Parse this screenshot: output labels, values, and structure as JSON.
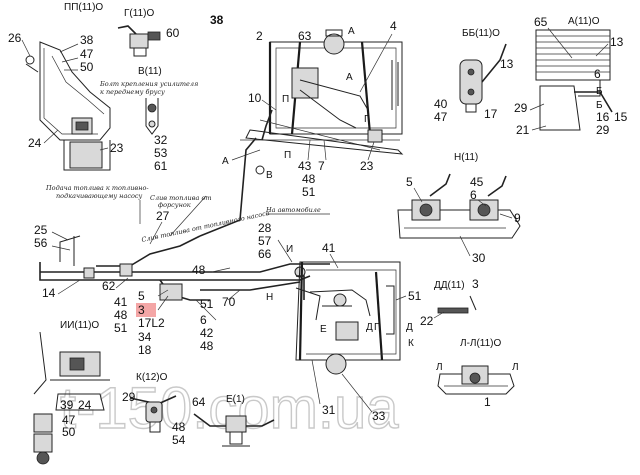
{
  "page_number": "38",
  "watermark": "t-150.com.ua",
  "highlight_color": "#f4a6a6",
  "views": {
    "pp": "ПП(11)О",
    "g": "Г(11)О",
    "bb": "ББ(11)О",
    "a": "А(11)О",
    "v": "В(11)",
    "n": "Н(11)",
    "dd": "ДД(11)",
    "ii": "ИИ(11)О",
    "k": "К(12)О",
    "e": "Е(1)",
    "ll": "Л-Л(11)О"
  },
  "letters": {
    "a_top": "А",
    "a_arrow": "А",
    "g_arrow": "Г",
    "b_arrow": "Б",
    "b_left": "Б",
    "a_left": "А",
    "v_arrow": "В",
    "p_arrow": "П",
    "p_lower": "П",
    "i_arrow": "И",
    "n_arrow": "Н",
    "e_lower": "Е",
    "d_lower": "Д",
    "g_lower": "Г",
    "d2": "Д",
    "k_lower": "К",
    "l1": "Л",
    "l2": "Л"
  },
  "notes": {
    "n1a": "Болт крепления усилителя",
    "n1b": "к переднему брусу",
    "n2a": "Подача топлива к топливно-",
    "n2b": "подкачивающему насосу",
    "n3a": "Слив топлива от",
    "n3b": "форсунок",
    "n4": "Слив топлива от топливного насоса",
    "n5": "На автомобиле"
  },
  "callouts": [
    {
      "id": "c26",
      "text": "26",
      "highlight": false
    },
    {
      "id": "c38a",
      "text": "38",
      "highlight": false
    },
    {
      "id": "c47a",
      "text": "47",
      "highlight": false
    },
    {
      "id": "c50a",
      "text": "50",
      "highlight": false
    },
    {
      "id": "c24a",
      "text": "24",
      "highlight": false
    },
    {
      "id": "c23a",
      "text": "23",
      "highlight": false
    },
    {
      "id": "c60",
      "text": "60",
      "highlight": false
    },
    {
      "id": "c32",
      "text": "32",
      "highlight": false
    },
    {
      "id": "c53",
      "text": "53",
      "highlight": false
    },
    {
      "id": "c61",
      "text": "61",
      "highlight": false
    },
    {
      "id": "c2",
      "text": "2",
      "highlight": false
    },
    {
      "id": "c63",
      "text": "63",
      "highlight": false
    },
    {
      "id": "c4",
      "text": "4",
      "highlight": false
    },
    {
      "id": "c10",
      "text": "10",
      "highlight": false
    },
    {
      "id": "c43",
      "text": "43",
      "highlight": false
    },
    {
      "id": "c7",
      "text": "7",
      "highlight": false
    },
    {
      "id": "c48a",
      "text": "48",
      "highlight": false
    },
    {
      "id": "c51a",
      "text": "51",
      "highlight": false
    },
    {
      "id": "c23b",
      "text": "23",
      "highlight": false
    },
    {
      "id": "c13a",
      "text": "13",
      "highlight": false
    },
    {
      "id": "c40",
      "text": "40",
      "highlight": false
    },
    {
      "id": "c47b",
      "text": "47",
      "highlight": false
    },
    {
      "id": "c17",
      "text": "17",
      "highlight": false
    },
    {
      "id": "c65",
      "text": "65",
      "highlight": false
    },
    {
      "id": "c13b",
      "text": "13",
      "highlight": false
    },
    {
      "id": "c6a",
      "text": "6",
      "highlight": false
    },
    {
      "id": "c29a",
      "text": "29",
      "highlight": false
    },
    {
      "id": "c21",
      "text": "21",
      "highlight": false
    },
    {
      "id": "c16",
      "text": "16",
      "highlight": false
    },
    {
      "id": "c15",
      "text": "15",
      "highlight": false
    },
    {
      "id": "c29b",
      "text": "29",
      "highlight": false
    },
    {
      "id": "c5a",
      "text": "5",
      "highlight": false
    },
    {
      "id": "c45",
      "text": "45",
      "highlight": false
    },
    {
      "id": "c6b",
      "text": "6",
      "highlight": false
    },
    {
      "id": "c9",
      "text": "9",
      "highlight": false
    },
    {
      "id": "c30",
      "text": "30",
      "highlight": false
    },
    {
      "id": "c25",
      "text": "25",
      "highlight": false
    },
    {
      "id": "c56",
      "text": "56",
      "highlight": false
    },
    {
      "id": "c27",
      "text": "27",
      "highlight": false
    },
    {
      "id": "c14",
      "text": "14",
      "highlight": false
    },
    {
      "id": "c62",
      "text": "62",
      "highlight": false
    },
    {
      "id": "c41a",
      "text": "41",
      "highlight": false
    },
    {
      "id": "c48b",
      "text": "48",
      "highlight": false
    },
    {
      "id": "c51b",
      "text": "51",
      "highlight": false
    },
    {
      "id": "c5b",
      "text": "5",
      "highlight": false
    },
    {
      "id": "c3a",
      "text": "3",
      "highlight": false
    },
    {
      "id": "c17l2",
      "text": "17L2",
      "highlight": false
    },
    {
      "id": "c34",
      "text": "34",
      "highlight": false
    },
    {
      "id": "c18",
      "text": "18",
      "highlight": true
    },
    {
      "id": "c28",
      "text": "28",
      "highlight": false
    },
    {
      "id": "c57",
      "text": "57",
      "highlight": false
    },
    {
      "id": "c66",
      "text": "66",
      "highlight": false
    },
    {
      "id": "c41b",
      "text": "41",
      "highlight": false
    },
    {
      "id": "c48c",
      "text": "48",
      "highlight": false
    },
    {
      "id": "c51c",
      "text": "51",
      "highlight": false
    },
    {
      "id": "c70",
      "text": "70",
      "highlight": false
    },
    {
      "id": "c6c",
      "text": "6",
      "highlight": false
    },
    {
      "id": "c42",
      "text": "42",
      "highlight": false
    },
    {
      "id": "c48d",
      "text": "48",
      "highlight": false
    },
    {
      "id": "c51d",
      "text": "51",
      "highlight": false
    },
    {
      "id": "c3b",
      "text": "3",
      "highlight": false
    },
    {
      "id": "c22",
      "text": "22",
      "highlight": false
    },
    {
      "id": "c1",
      "text": "1",
      "highlight": false
    },
    {
      "id": "c31",
      "text": "31",
      "highlight": false
    },
    {
      "id": "c33",
      "text": "33",
      "highlight": false
    },
    {
      "id": "c39",
      "text": "39",
      "highlight": false
    },
    {
      "id": "c24b",
      "text": "24",
      "highlight": false
    },
    {
      "id": "c47c",
      "text": "47",
      "highlight": false
    },
    {
      "id": "c50b",
      "text": "50",
      "highlight": false
    },
    {
      "id": "c29c",
      "text": "29",
      "highlight": false
    },
    {
      "id": "c48e",
      "text": "48",
      "highlight": false
    },
    {
      "id": "c54",
      "text": "54",
      "highlight": false
    },
    {
      "id": "c64",
      "text": "64",
      "highlight": false
    }
  ]
}
